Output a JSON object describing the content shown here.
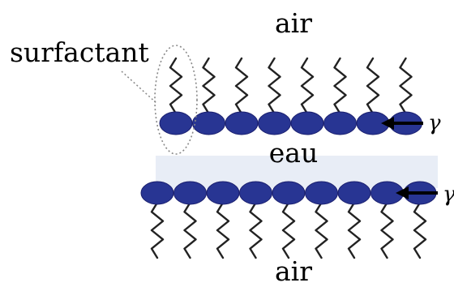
{
  "labels": {
    "air_top": "air",
    "air_bottom": "air",
    "water": "eau",
    "surfactant": "surfactant",
    "tension_top": "γ",
    "tension_bottom": "γ"
  },
  "colors": {
    "head": "#283593",
    "film": "#e8edf6",
    "tail": "#222222",
    "background": "#ffffff"
  },
  "layers": {
    "top": {
      "molecule_count": 8,
      "tail_direction": "up"
    },
    "bottom": {
      "molecule_count": 9,
      "tail_direction": "down"
    }
  }
}
